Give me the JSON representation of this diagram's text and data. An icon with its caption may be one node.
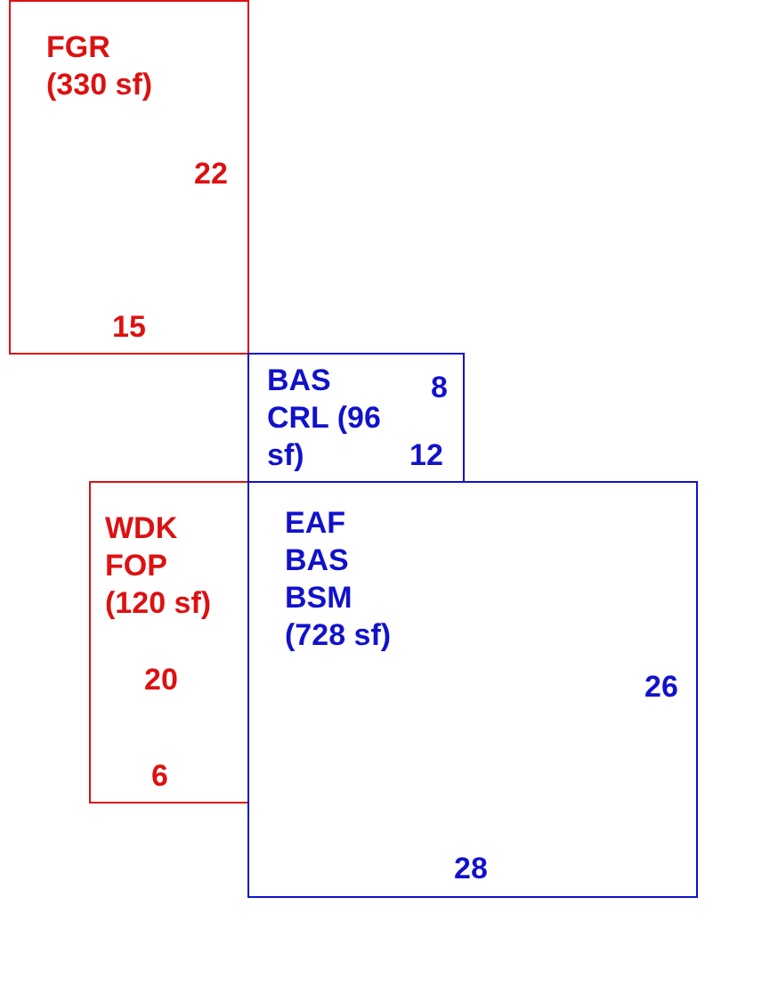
{
  "diagram": {
    "nodes": [
      {
        "text": [
          "FGR (330 sf)",
          "22",
          "15"
        ]
      },
      {
        "text": [
          "BAS CRL (96 sf)",
          "8",
          "12"
        ]
      },
      {
        "text": [
          "WDK FOP (120 sf)",
          "20",
          "6"
        ]
      },
      {
        "text": [
          "EAF BAS BSM (728 sf)",
          "26",
          "28"
        ]
      }
    ]
  }
}
